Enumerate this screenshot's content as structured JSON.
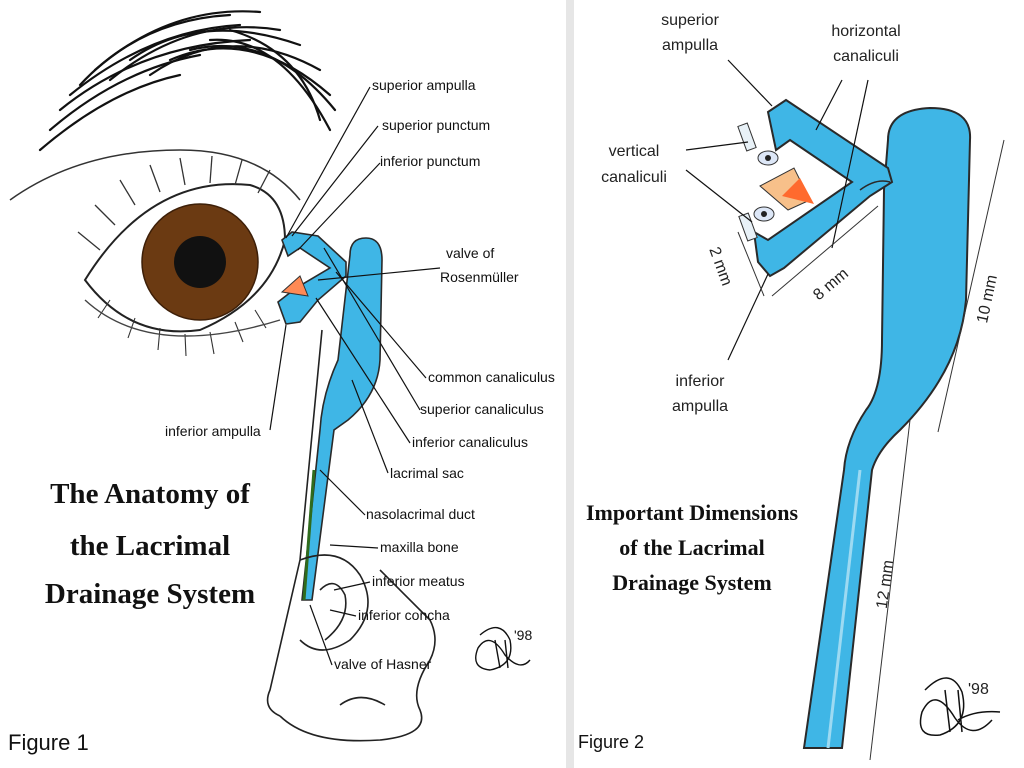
{
  "colors": {
    "duct_fill": "#3fb6e6",
    "duct_outline": "#2a2a2a",
    "iris": "#6b3a12",
    "caruncle": "#ff8a55",
    "panel_divider": "#e6e6e6"
  },
  "figure1": {
    "caption": "Figure 1",
    "title_lines": [
      "The Anatomy of",
      "the Lacrimal",
      "Drainage System"
    ],
    "labels": {
      "superior_ampulla": "superior ampulla",
      "superior_punctum": "superior punctum",
      "inferior_punctum": "inferior punctum",
      "valve_rosenmuller_1": "valve of",
      "valve_rosenmuller_2": "Rosenmüller",
      "common_canaliculus": "common canaliculus",
      "superior_canaliculus": "superior canaliculus",
      "inferior_canaliculus": "inferior canaliculus",
      "lacrimal_sac": "lacrimal sac",
      "nasolacrimal_duct": "nasolacrimal duct",
      "maxilla_bone": "maxilla bone",
      "inferior_meatus": "inferior meatus",
      "inferior_concha": "inferior concha",
      "valve_hasner": "valve of Hasner",
      "inferior_ampulla": "inferior ampulla"
    },
    "signature_year": "'98"
  },
  "figure2": {
    "caption": "Figure 2",
    "title_lines": [
      "Important Dimensions",
      "of the Lacrimal",
      "Drainage System"
    ],
    "labels": {
      "superior_ampulla_1": "superior",
      "superior_ampulla_2": "ampulla",
      "horizontal_canaliculi_1": "horizontal",
      "horizontal_canaliculi_2": "canaliculi",
      "vertical_canaliculi_1": "vertical",
      "vertical_canaliculi_2": "canaliculi",
      "inferior_ampulla_1": "inferior",
      "inferior_ampulla_2": "ampulla"
    },
    "dimensions": {
      "d2": "2 mm",
      "d8": "8 mm",
      "d10": "10 mm",
      "d12": "12 mm"
    },
    "signature_year": "'98"
  }
}
